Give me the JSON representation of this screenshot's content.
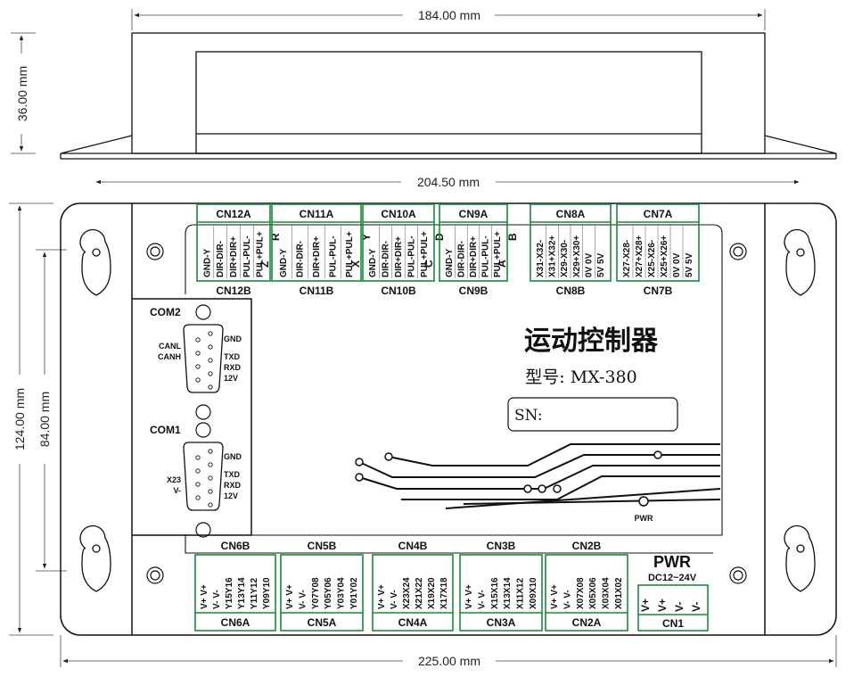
{
  "dimensions": {
    "top_width": "184.00 mm",
    "top_height": "36.00 mm",
    "board_width": "204.50 mm",
    "overall_width": "225.00 mm",
    "overall_height": "124.00 mm",
    "hole_spacing": "84.00 mm"
  },
  "title": "运动控制器",
  "model": "型号: MX-380",
  "sn_label": "SN:",
  "com_ports": {
    "com2": {
      "label": "COM2",
      "left": [
        "CANL",
        "CANH"
      ],
      "right": [
        "GND",
        "TXD",
        "RXD",
        "12V"
      ]
    },
    "com1": {
      "label": "COM1",
      "left": [
        "X23",
        "V-"
      ],
      "right": [
        "GND",
        "TXD",
        "RXD",
        "12V"
      ]
    }
  },
  "top_connectors": [
    {
      "a": "CN12A",
      "b": "CN12B",
      "pins": [
        "GND-Y",
        "DIR-DIR-",
        "DIR+DIR+",
        "PUL-PUL-",
        "PUL+PUL+"
      ],
      "axes": [
        "Z",
        "R"
      ]
    },
    {
      "a": "CN11A",
      "b": "CN11B",
      "pins": [
        "GND-Y",
        "DIR-DIR-",
        "DIR+DIR+",
        "PUL-PUL-",
        "PUL+PUL+"
      ],
      "axes": [
        "X",
        "Y"
      ]
    },
    {
      "a": "CN10A",
      "b": "CN10B",
      "pins": [
        "GND-Y",
        "DIR-DIR-",
        "DIR+DIR+",
        "PUL-PUL-",
        "PUL+PUL+"
      ],
      "axes": [
        "C",
        "D"
      ]
    },
    {
      "a": "CN9A",
      "b": "CN9B",
      "pins": [
        "GND-Y",
        "DIR-DIR-",
        "DIR+DIR+",
        "PUL-PUL-",
        "PUL+PUL+"
      ],
      "axes": [
        "A",
        "B"
      ]
    },
    {
      "a": "CN8A",
      "b": "CN8B",
      "pins": [
        "X31-X32-",
        "X31+X32+",
        "X29-X30-",
        "X29+X30+",
        "0V 0V",
        "5V 5V"
      ],
      "axes": []
    },
    {
      "a": "CN7A",
      "b": "CN7B",
      "pins": [
        "X27-X28-",
        "X27+X28+",
        "X25-X26-",
        "X25+X26+",
        "0V 0V",
        "5V 5V"
      ],
      "axes": []
    }
  ],
  "bottom_connectors": [
    {
      "a": "CN6A",
      "b": "CN6B",
      "pins": [
        "V+ V+",
        "V- V-",
        "Y15Y16",
        "Y13Y14",
        "Y11Y12",
        "Y09Y10"
      ]
    },
    {
      "a": "CN5A",
      "b": "CN5B",
      "pins": [
        "V+ V+",
        "V- V-",
        "Y07Y08",
        "Y05Y06",
        "Y03Y04",
        "Y01Y02"
      ]
    },
    {
      "a": "CN4A",
      "b": "CN4B",
      "pins": [
        "V+ V+",
        "V- V-",
        "X23X24",
        "X21X22",
        "X19X20",
        "X17X18"
      ]
    },
    {
      "a": "CN3A",
      "b": "CN3B",
      "pins": [
        "V+ V+",
        "V- V-",
        "X15X16",
        "X13X14",
        "X11X12",
        "X09X10"
      ]
    },
    {
      "a": "CN2A",
      "b": "CN2B",
      "pins": [
        "V+ V+",
        "V- V-",
        "X07X08",
        "X05X06",
        "X03X04",
        "X01X02"
      ]
    }
  ],
  "power": {
    "title": "PWR",
    "range": "DC12~24V",
    "connector": "CN1",
    "pins": [
      "V+",
      "V+",
      "V-",
      "V-"
    ],
    "led": "PWR"
  },
  "colors": {
    "connector": "#1a8a3a",
    "line": "#111111"
  }
}
